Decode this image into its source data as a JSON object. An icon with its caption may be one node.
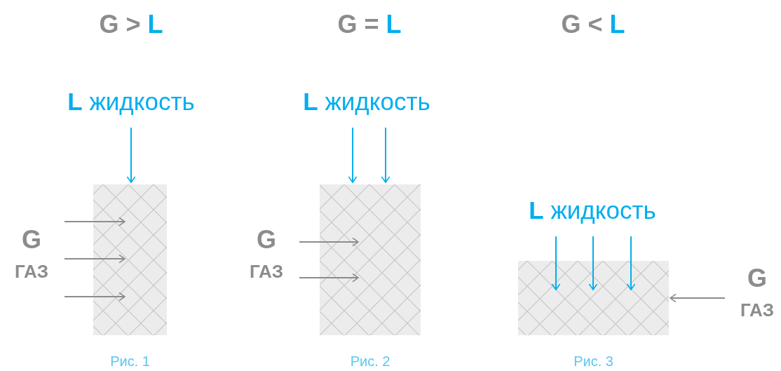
{
  "diagram": {
    "nodes": [
      {
        "text": [
          "**L** жидкость"
        ]
      },
      {
        "text": [
          "G",
          "ГАЗ"
        ]
      },
      {
        "text": [],
        "shape": "box",
        "beside": [
          "Рис. 1"
        ]
      },
      {
        "text": [
          "**L** жидкость"
        ]
      },
      {
        "text": [
          "G",
          "ГАЗ"
        ]
      },
      {
        "text": [],
        "shape": "box",
        "beside": [
          "Рис. 2"
        ]
      },
      {
        "text": [
          "**L** жидкость"
        ]
      },
      {
        "text": [],
        "shape": "box",
        "beside": [
          "Рис. 3"
        ]
      },
      {
        "text": [
          "G",
          "ГАЗ"
        ]
      }
    ],
    "edges": [
      {
        "from": 0,
        "to": 2,
        "arrow": "to",
        "color": "#00aeef"
      },
      {
        "from": 1,
        "to": 2,
        "arrow": "to",
        "color": "#8c8c8c"
      },
      {
        "from": 1,
        "to": 2,
        "arrow": "to",
        "color": "#8c8c8c"
      },
      {
        "from": 1,
        "to": 2,
        "arrow": "to",
        "color": "#8c8c8c"
      },
      {
        "from": 3,
        "to": 5,
        "arrow": "to",
        "color": "#00aeef"
      },
      {
        "from": 3,
        "to": 5,
        "arrow": "to",
        "color": "#00aeef"
      },
      {
        "from": 4,
        "to": 5,
        "arrow": "to",
        "color": "#8c8c8c"
      },
      {
        "from": 4,
        "to": 5,
        "arrow": "to",
        "color": "#8c8c8c"
      },
      {
        "from": 6,
        "to": 7,
        "arrow": "to",
        "color": "#00aeef"
      },
      {
        "from": 6,
        "to": 7,
        "arrow": "to",
        "color": "#00aeef"
      },
      {
        "from": 6,
        "to": 7,
        "arrow": "to",
        "color": "#00aeef"
      },
      {
        "from": 8,
        "to": 7,
        "arrow": "to",
        "color": "#8c8c8c"
      }
    ],
    "labels": [
      "G > **L**",
      "G = **L**",
      "G < **L**"
    ]
  }
}
